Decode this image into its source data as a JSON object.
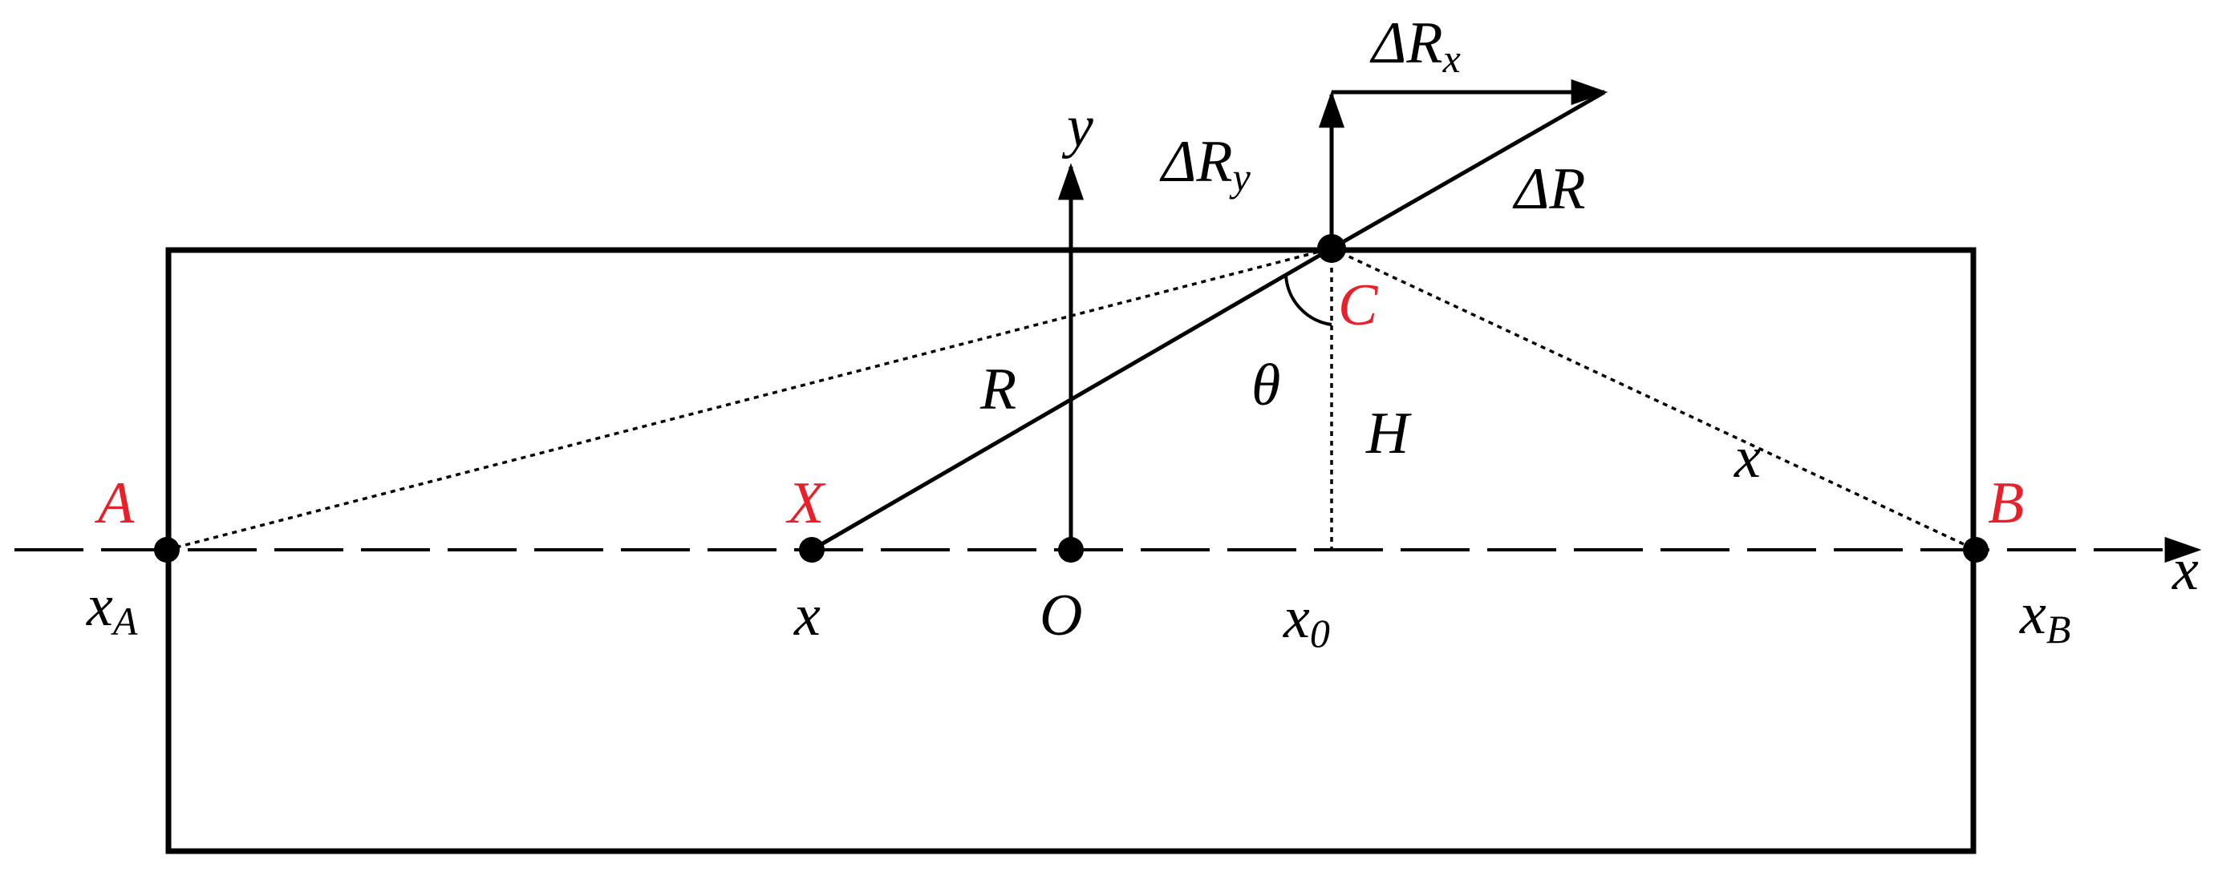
{
  "colors": {
    "line": "#000000",
    "point_label": "#e8202a",
    "background": "#ffffff"
  },
  "labels": {
    "point_a": "A",
    "point_b": "B",
    "point_c": "C",
    "point_x": "X",
    "origin": "O",
    "axis_x": "x",
    "axis_y": "y",
    "coord_x": "x",
    "coord_xA_main": "x",
    "coord_xA_sub": "A",
    "coord_xB_main": "x",
    "coord_xB_sub": "B",
    "coord_x0_main": "x",
    "coord_x0_sub": "0",
    "dist_r": "R",
    "angle_theta": "θ",
    "height_h": "H",
    "dist_x": "x",
    "delta_r": "ΔR",
    "delta_rx_main": "ΔR",
    "delta_rx_sub": "x",
    "delta_ry_main": "ΔR",
    "delta_ry_sub": "y"
  }
}
